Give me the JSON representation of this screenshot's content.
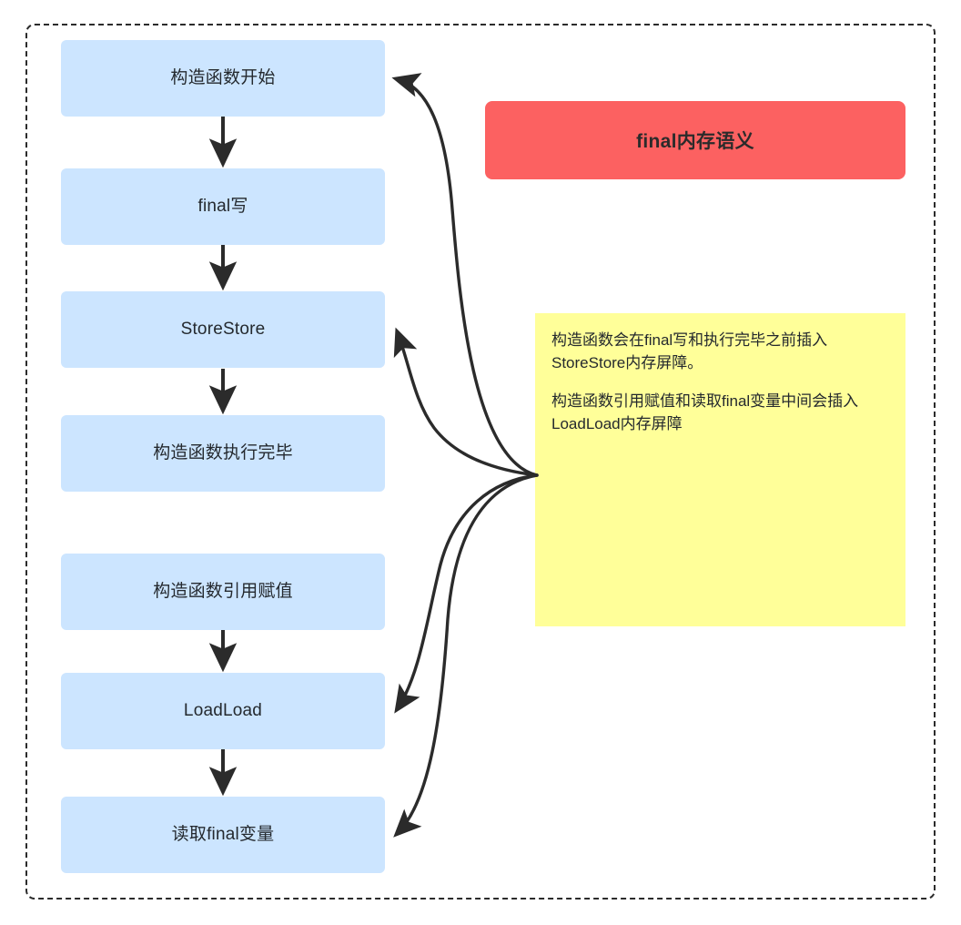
{
  "diagram": {
    "title_box": {
      "label": "final内存语义",
      "color": "#fc6161"
    },
    "frame": {
      "style": "dashed",
      "color": "#2b2b2b"
    },
    "node_color": "#cce5ff",
    "nodes": [
      {
        "id": "constructor-start",
        "label": "构造函数开始"
      },
      {
        "id": "final-write",
        "label": "final写"
      },
      {
        "id": "storestore-barrier",
        "label": "StoreStore"
      },
      {
        "id": "constructor-end",
        "label": "构造函数执行完毕"
      },
      {
        "id": "constructor-ref-assign",
        "label": "构造函数引用赋值"
      },
      {
        "id": "loadload-barrier",
        "label": "LoadLoad"
      },
      {
        "id": "read-final-var",
        "label": "读取final变量"
      }
    ],
    "note": {
      "color": "#ffff99",
      "paragraphs": [
        "构造函数会在final写和执行完毕之前插入StoreStore内存屏障。",
        "构造函数引用赋值和读取final变量中间会插入LoadLoad内存屏障"
      ]
    },
    "flow_arrows": [
      {
        "from": "constructor-start",
        "to": "final-write"
      },
      {
        "from": "final-write",
        "to": "storestore-barrier"
      },
      {
        "from": "storestore-barrier",
        "to": "constructor-end"
      },
      {
        "from": "constructor-ref-assign",
        "to": "loadload-barrier"
      },
      {
        "from": "loadload-barrier",
        "to": "read-final-var"
      }
    ],
    "note_arrows": [
      {
        "from": "note",
        "to": "constructor-start"
      },
      {
        "from": "note",
        "to": "storestore-barrier"
      },
      {
        "from": "note",
        "to": "loadload-barrier"
      },
      {
        "from": "note",
        "to": "read-final-var"
      }
    ]
  }
}
